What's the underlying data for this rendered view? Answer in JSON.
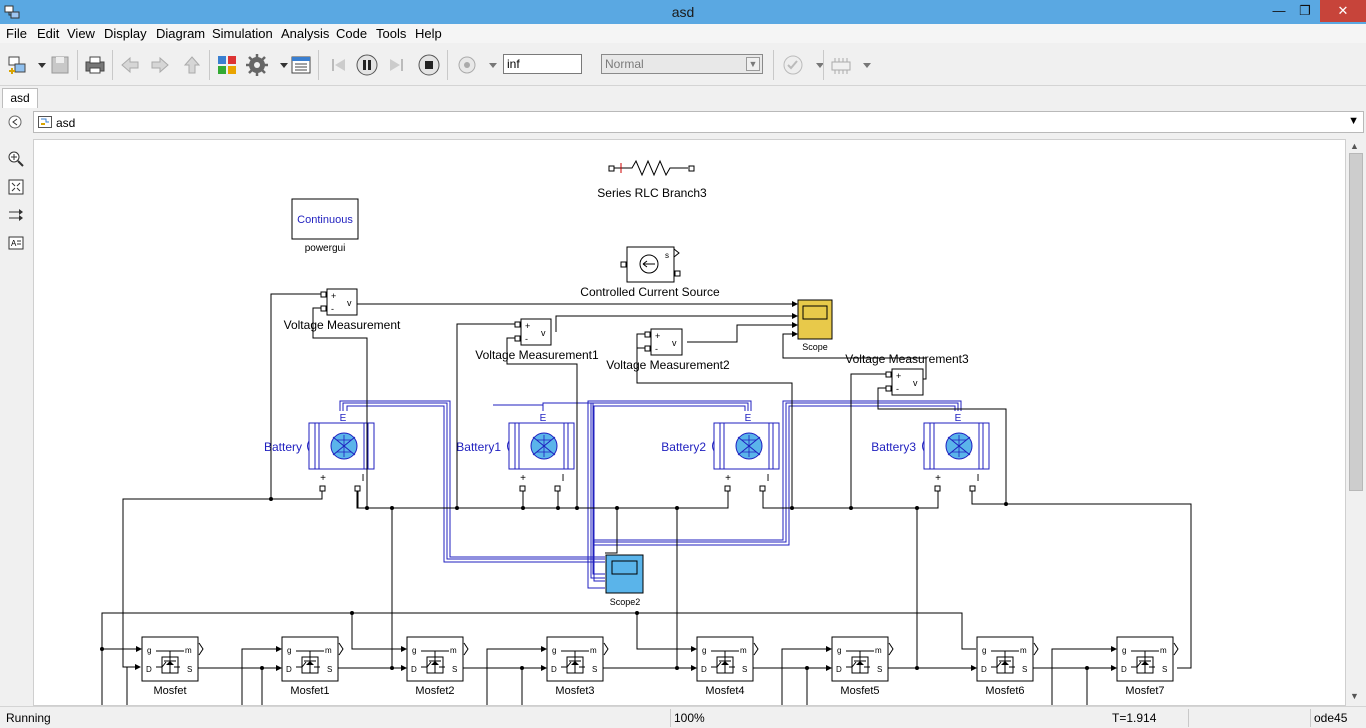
{
  "window": {
    "title": "asd",
    "minimize": "—",
    "maximize": "❐",
    "close": "✕"
  },
  "menu": [
    "File",
    "Edit",
    "View",
    "Display",
    "Diagram",
    "Simulation",
    "Analysis",
    "Code",
    "Tools",
    "Help"
  ],
  "toolbar": {
    "stop_time": "inf",
    "sim_mode": "Normal"
  },
  "tab": {
    "label": "asd"
  },
  "address": {
    "path": "asd"
  },
  "blocks": {
    "powergui": {
      "label": "Continuous",
      "caption": "powergui"
    },
    "rlc": {
      "caption": "Series RLC Branch3"
    },
    "ccs": {
      "caption": "Controlled Current Source",
      "port_s": "s"
    },
    "vm": [
      {
        "caption": "Voltage Measurement"
      },
      {
        "caption": "Voltage Measurement1"
      },
      {
        "caption": "Voltage Measurement2"
      },
      {
        "caption": "Voltage Measurement3"
      }
    ],
    "vm_port_plus": "+",
    "vm_port_minus": "-",
    "vm_port_v": "v",
    "scope": {
      "caption": "Scope"
    },
    "scope2": {
      "caption": "Scope2"
    },
    "batteries": [
      {
        "caption": "Battery"
      },
      {
        "caption": "Battery1"
      },
      {
        "caption": "Battery2"
      },
      {
        "caption": "Battery3"
      }
    ],
    "battery_port_e": "E",
    "battery_port_plus": "+",
    "battery_port_i": "I",
    "mosfets": [
      {
        "caption": "Mosfet"
      },
      {
        "caption": "Mosfet1"
      },
      {
        "caption": "Mosfet2"
      },
      {
        "caption": "Mosfet3"
      },
      {
        "caption": "Mosfet4"
      },
      {
        "caption": "Mosfet5"
      },
      {
        "caption": "Mosfet6"
      },
      {
        "caption": "Mosfet7"
      }
    ],
    "mosfet_port_g": "g",
    "mosfet_port_m": "m",
    "mosfet_port_d": "D",
    "mosfet_port_s": "S"
  },
  "status": {
    "state": "Running",
    "zoom": "100%",
    "time": "T=1.914",
    "solver": "ode45"
  },
  "colors": {
    "titlebar": "#5aa8e2",
    "block_label": "#1f1fbf",
    "scope_yellow": "#e8c94a",
    "scope_blue": "#5ab4ea"
  }
}
